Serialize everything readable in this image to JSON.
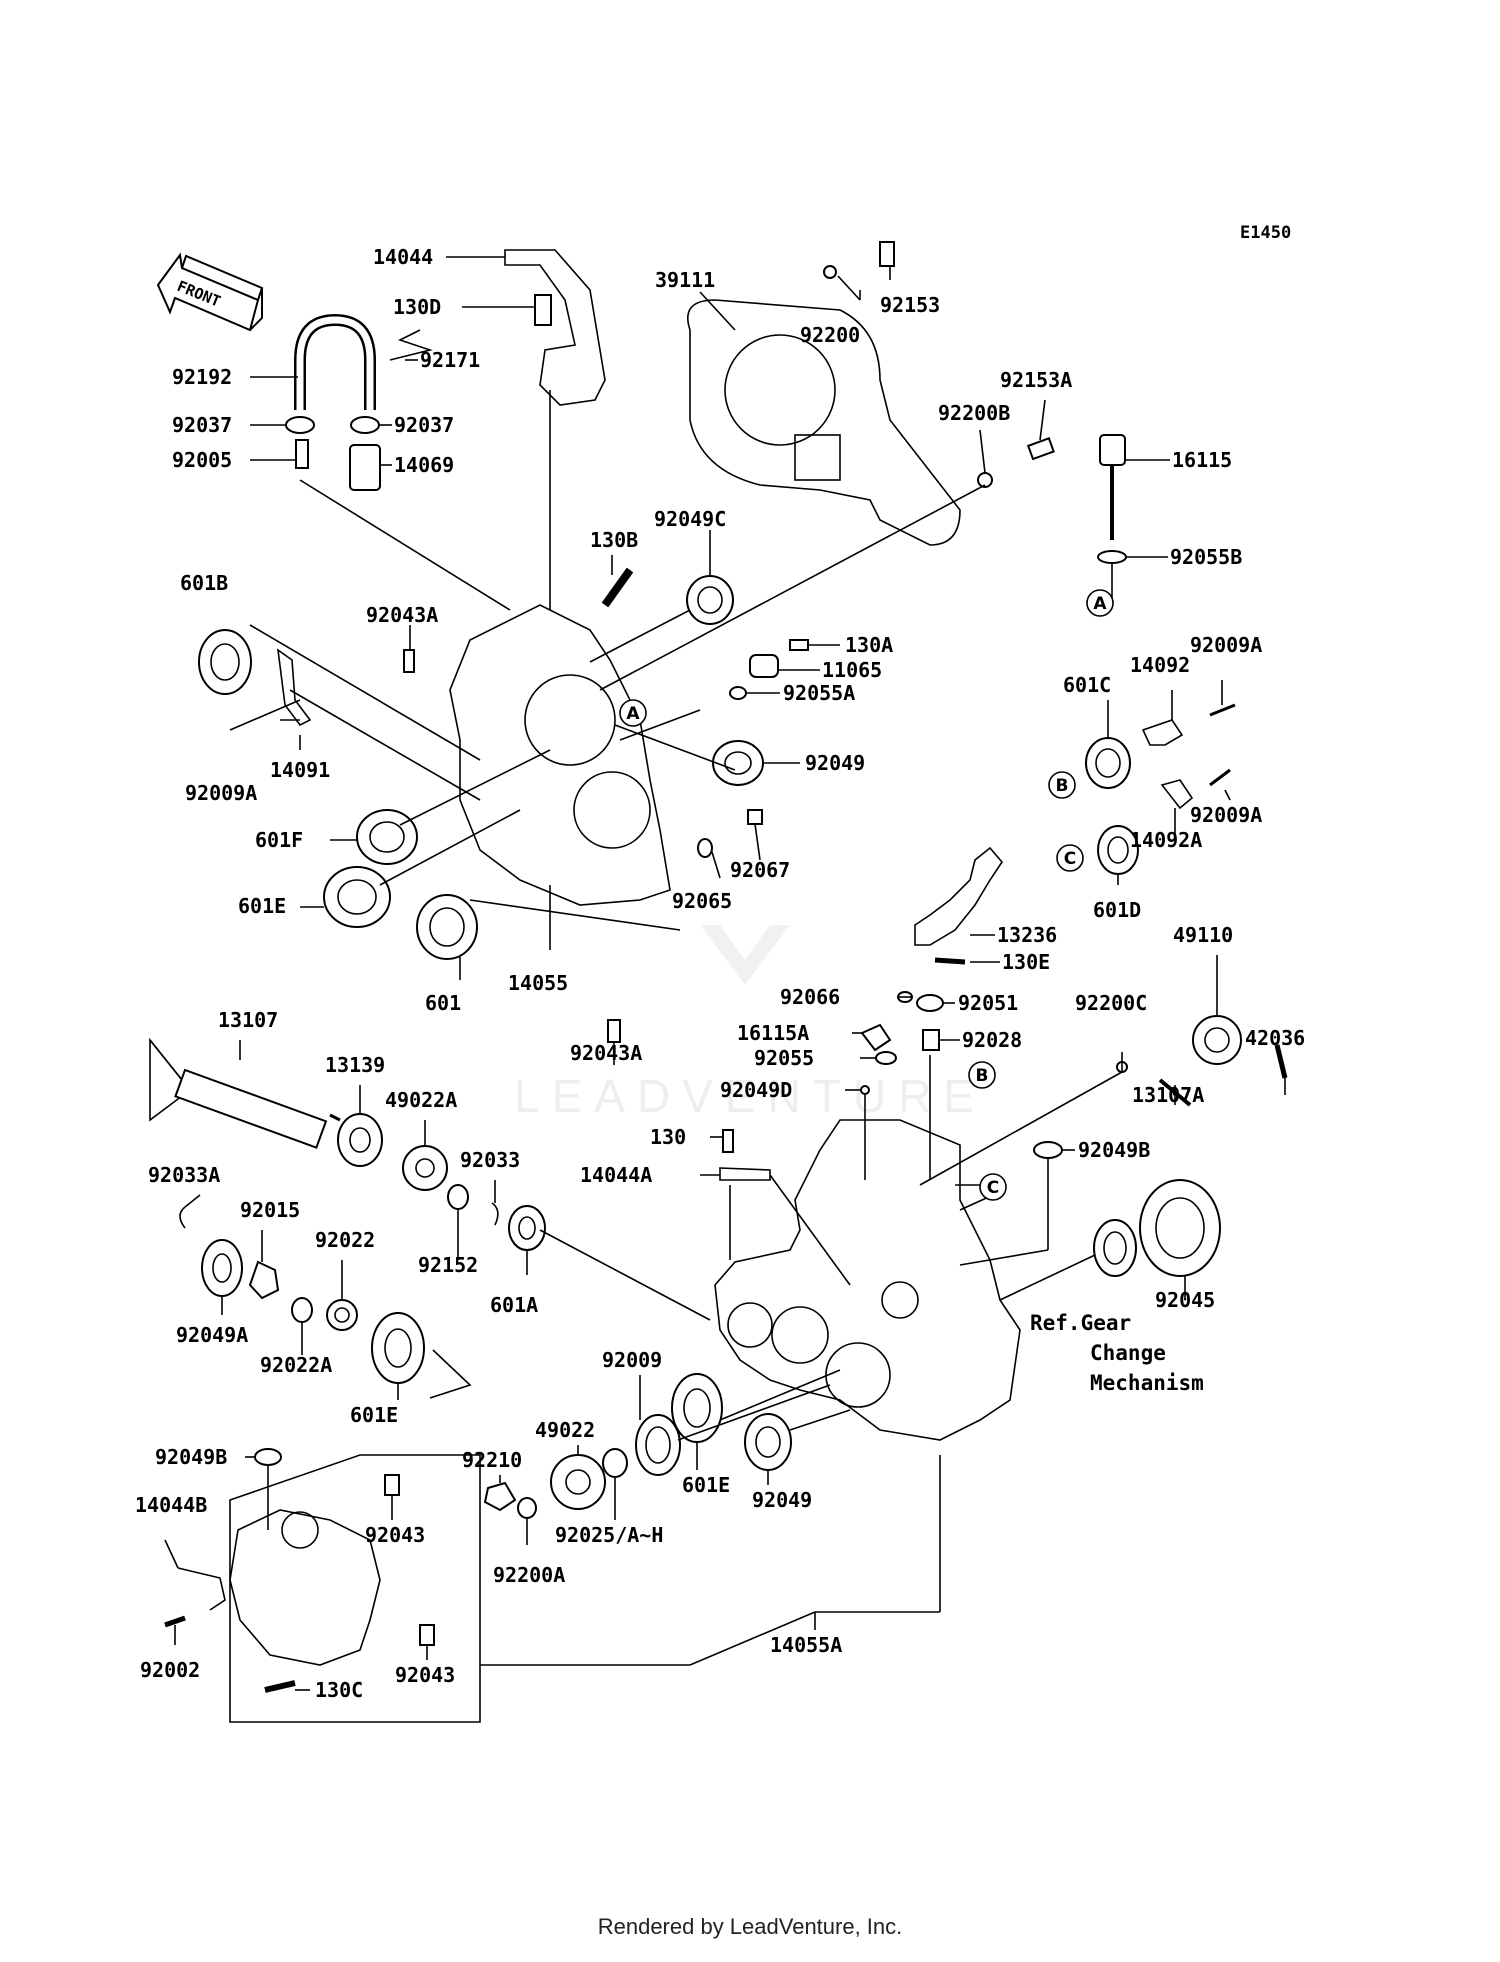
{
  "diagram_code": "E1450",
  "front_label": "FRONT",
  "footer": "Rendered by LeadVenture, Inc.",
  "watermark": "LEADVENTURE",
  "ref_note": [
    "Ref.Gear",
    "Change",
    "Mechanism"
  ],
  "markers": [
    "A",
    "B",
    "C"
  ],
  "parts": [
    "14044",
    "130D",
    "92192",
    "92171",
    "92037",
    "92037",
    "92005",
    "14069",
    "39111",
    "92200",
    "92153",
    "92153A",
    "92200B",
    "16115",
    "92055B",
    "130B",
    "92049C",
    "130A",
    "11065",
    "92055A",
    "92043A",
    "601B",
    "14091",
    "92009A",
    "92049",
    "92067",
    "92065",
    "601F",
    "601E",
    "601",
    "14055",
    "92043A",
    "14092",
    "92009A",
    "601C",
    "92009A",
    "14092A",
    "601D",
    "13236",
    "130E",
    "49110",
    "42036",
    "92066",
    "92051",
    "92200C",
    "16115A",
    "92028",
    "92055",
    "92049D",
    "13107A",
    "130",
    "14044A",
    "92049B",
    "92045",
    "13107",
    "13139",
    "49022A",
    "92033A",
    "92015",
    "92033",
    "92022",
    "92152",
    "92049A",
    "92022A",
    "601A",
    "601E",
    "92009",
    "49022",
    "92210",
    "601E",
    "92049",
    "92025/A~H",
    "92200A",
    "92049B",
    "14044B",
    "92043",
    "92002",
    "130C",
    "92043",
    "14055A"
  ]
}
